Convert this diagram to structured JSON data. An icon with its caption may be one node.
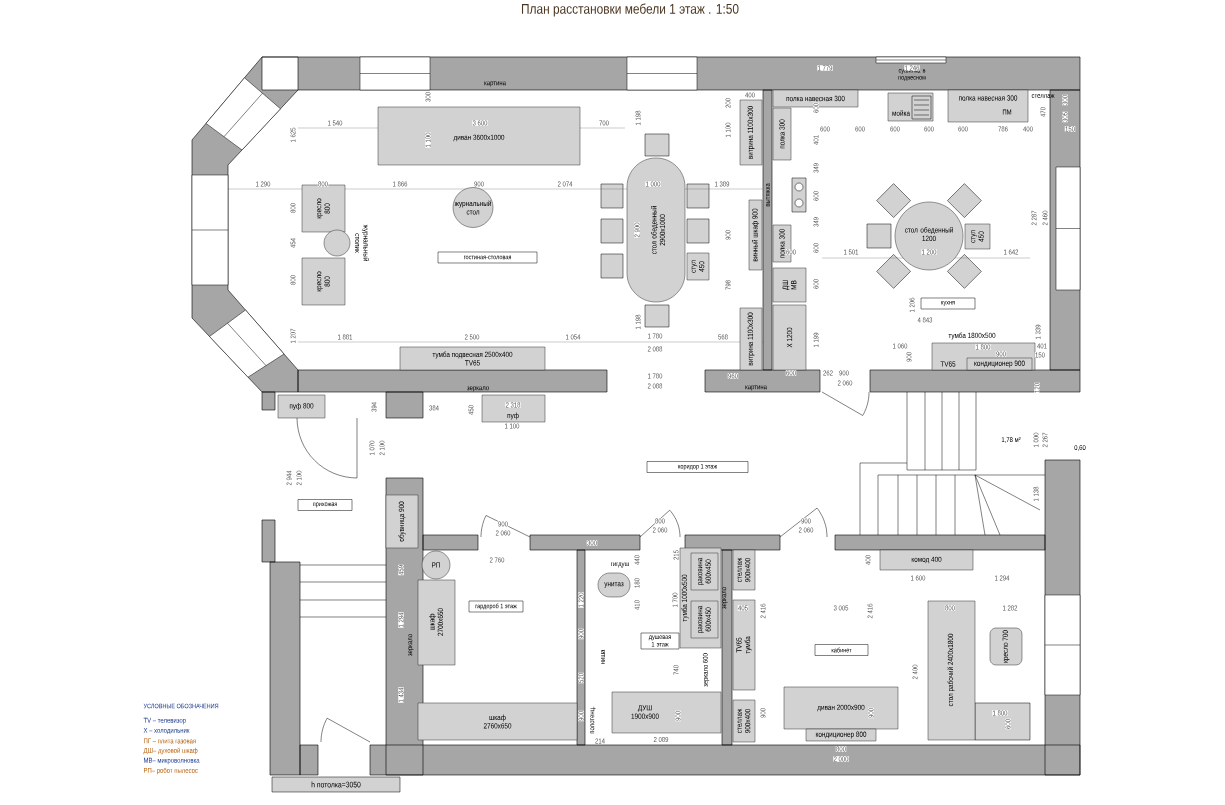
{
  "diagram": {
    "title": "План расстановки мебели 1 этаж . 1:50",
    "nodes": [
      {
        "text": [
          "диван 3600x1000"
        ]
      },
      {
        "text": [
          "кресло 800"
        ]
      },
      {
        "text": [
          "кресло 800"
        ]
      },
      {
        "text": [
          "журнальный столик"
        ]
      },
      {
        "text": [
          "журнальный стол"
        ]
      },
      {
        "text": [
          "гостиная-столовая"
        ]
      },
      {
        "text": [
          "стол обеденный 2900x1000"
        ]
      },
      {
        "text": [
          "стул 450"
        ]
      },
      {
        "text": [
          "тумба подвесная 2500x400",
          "TV65"
        ]
      },
      {
        "text": [
          "пуф 800"
        ]
      },
      {
        "text": [
          "пуф"
        ]
      },
      {
        "text": [
          "прихожая"
        ]
      },
      {
        "text": [
          "обувница 900"
        ]
      },
      {
        "text": [
          "РП"
        ]
      },
      {
        "text": [
          "шкаф 2700x650"
        ]
      },
      {
        "text": [
          "гардероб 1 этаж"
        ]
      },
      {
        "text": [
          "шкаф 2760x650"
        ]
      },
      {
        "text": [
          "унитаз"
        ]
      },
      {
        "text": [
          "душевая 1 этаж"
        ]
      },
      {
        "text": [
          "тумба 1000x500"
        ]
      },
      {
        "text": [
          "раковина 600x450"
        ],
        "in": 19
      },
      {
        "text": [
          "раковина 600x450"
        ],
        "in": 19
      },
      {
        "text": [
          "ДУШ 1900x900"
        ]
      },
      {
        "text": [
          "стеллаж 900x400"
        ]
      },
      {
        "text": [
          "TV65",
          "тумба"
        ]
      },
      {
        "text": [
          "стеллаж 900x400"
        ]
      },
      {
        "text": [
          "комод 400"
        ]
      },
      {
        "text": [
          "кабинет"
        ]
      },
      {
        "text": [
          "стол рабочий 2400x1800"
        ]
      },
      {
        "text": [
          "кресло 700"
        ]
      },
      {
        "text": [
          "диван 2000x900"
        ]
      },
      {
        "text": [
          "кондиционер 800"
        ]
      },
      {
        "text": [
          "полка навесная 300"
        ]
      },
      {
        "text": [
          "мойка"
        ]
      },
      {
        "text": [
          "полка навесная 300"
        ]
      },
      {
        "text": [
          "полка 300"
        ]
      },
      {
        "text": [
          "полка 300"
        ]
      },
      {
        "text": [
          "ДШ",
          "МВ"
        ]
      },
      {
        "text": [
          "X 1200"
        ]
      },
      {
        "text": [
          "витрина 1100x300"
        ]
      },
      {
        "text": [
          "винный шкаф 900"
        ]
      },
      {
        "text": [
          "витрина 1100x300"
        ]
      },
      {
        "text": [
          "стол обеденный 1200"
        ]
      },
      {
        "text": [
          "стул 450"
        ]
      },
      {
        "text": [
          "кухня"
        ]
      },
      {
        "text": [
          "тумба 1800x500",
          "TV65"
        ]
      },
      {
        "text": [
          "кондиционер 900"
        ],
        "in": 45
      },
      {
        "text": [
          "коридор 1 этаж"
        ]
      },
      {
        "text": [
          "h потолка=3050"
        ]
      }
    ],
    "labels": [
      "картина",
      "сушилка в подвесном",
      "ПМ",
      "стеллаж",
      "вытяжка",
      "зеркало",
      "картина",
      "зеркало",
      "гигдуш",
      "ниша",
      "полотенц.",
      "зеркало 600",
      "зеркало",
      "1,78 м²",
      "0,60",
      "УСЛОВНЫЕ ОБОЗНАЧЕНИЯ",
      "TV – телевизор",
      "X – холодильник",
      "ПГ – плита газовая",
      "ДШ– духовой шкаф",
      "МВ– микроволновка",
      "РП– робот пылесос",
      "1 540",
      "3 600",
      "700",
      "1 100",
      "300",
      "1 625",
      "1 290",
      "800",
      "1 866",
      "900",
      "2 074",
      "1 000",
      "1 389",
      "800",
      "454",
      "800",
      "1 207",
      "1 881",
      "2 500",
      "1 054",
      "1 198",
      "2 900",
      "1 198",
      "1 780",
      "2 088",
      "568",
      "200",
      "1 100",
      "900",
      "798",
      "400",
      "1 780",
      "2 088",
      "960",
      "1 779",
      "1 246",
      "600",
      "600",
      "600",
      "600",
      "600",
      "600",
      "786",
      "400",
      "401",
      "349",
      "600",
      "349",
      "600",
      "600",
      "1 501",
      "1 200",
      "1 642",
      "600",
      "1 199",
      "1 206",
      "4 843",
      "2 287",
      "2 460",
      "1 339",
      "1 060",
      "1 800",
      "900",
      "900",
      "401",
      "150",
      "300",
      "305",
      "150",
      "470",
      "120",
      "600",
      "262",
      "900",
      "2 060",
      "394",
      "384",
      "450",
      "2 318",
      "1 100",
      "1 070",
      "2 100",
      "2 944",
      "2 100",
      "900",
      "2 060",
      "800",
      "2 060",
      "900",
      "2 060",
      "2 760",
      "459",
      "1 294",
      "1 434",
      "300",
      "1 220",
      "900",
      "520",
      "900",
      "215",
      "440",
      "180",
      "410",
      "1 700",
      "740",
      "900",
      "214",
      "2 089",
      "405",
      "2 416",
      "3 005",
      "2 416",
      "800",
      "1 282",
      "1 600",
      "1 294",
      "400",
      "2 400",
      "900",
      "900",
      "1 800",
      "600",
      "800",
      "2 000",
      "1 000",
      "2 267",
      "1 138"
    ]
  }
}
